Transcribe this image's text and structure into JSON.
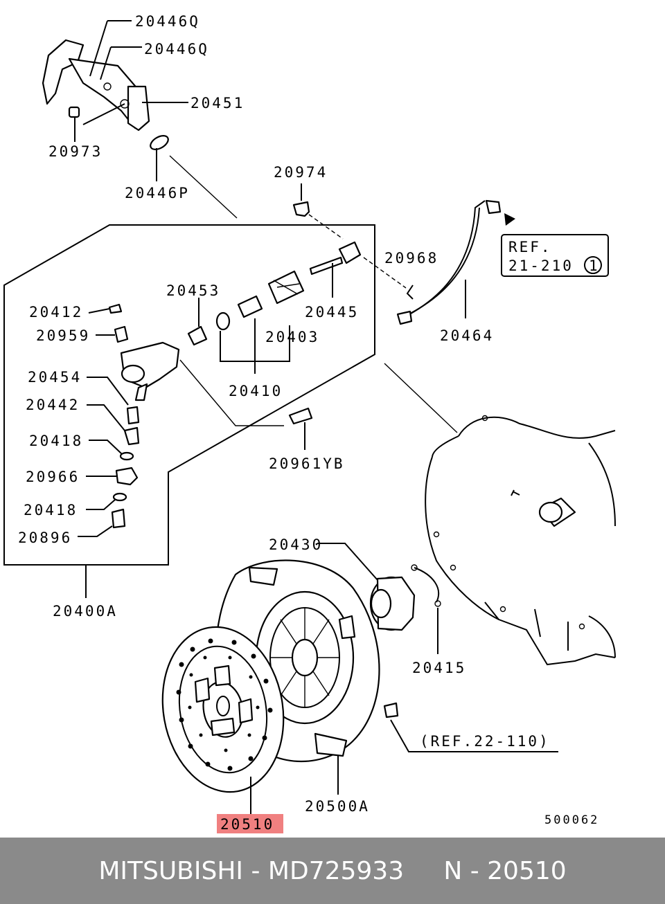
{
  "colors": {
    "highlight": "#f08080",
    "footer_bg": "#8a8a8a",
    "footer_text": "#ffffff"
  },
  "labels": {
    "p20446q_a": "20446Q",
    "p20446q_b": "20446Q",
    "p20451": "20451",
    "p20973": "20973",
    "p20446p": "20446P",
    "p20974": "20974",
    "p20968": "20968",
    "ref_21_210_line1": "REF.",
    "ref_21_210_line2": "21-210",
    "ref_21_210_circle": "1",
    "p20412": "20412",
    "p20453": "20453",
    "p20959": "20959",
    "p20445": "20445",
    "p20403": "20403",
    "p20464": "20464",
    "p20454": "20454",
    "p20410": "20410",
    "p20442": "20442",
    "p20961yb": "20961YB",
    "p20418_a": "20418",
    "p20966": "20966",
    "p20418_b": "20418",
    "p20896": "20896",
    "p20430": "20430",
    "p20400a": "20400A",
    "p20415": "20415",
    "ref_22_110": "(REF.22-110)",
    "p20500a": "20500A",
    "p20510": "20510",
    "diagram_code": "500062"
  },
  "footer": {
    "text": "MITSUBISHI - MD725933     N - 20510"
  }
}
